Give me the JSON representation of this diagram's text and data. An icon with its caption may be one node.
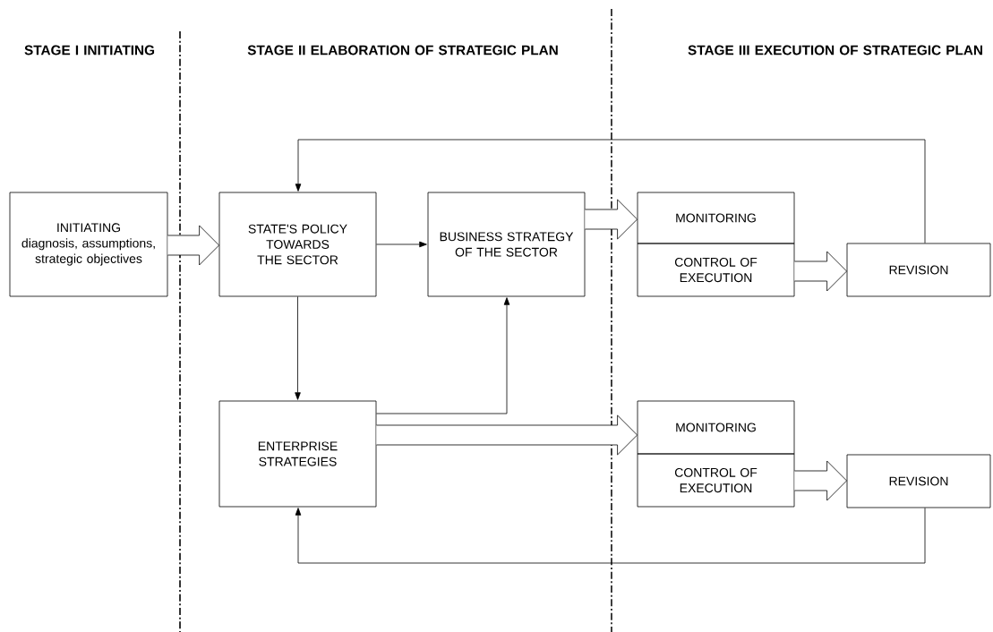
{
  "diagram": {
    "nodes": [
      {
        "text": [
          "INITIATING",
          "diagnosis, assumptions, strategic objectives"
        ]
      },
      {
        "text": [
          "STATE'S POLICY TOWARDS THE SECTOR"
        ]
      },
      {
        "text": [
          "BUSINESS STRATEGY OF THE SECTOR"
        ]
      },
      {
        "text": [
          "MONITORING"
        ]
      },
      {
        "text": [
          "CONTROL OF EXECUTION"
        ]
      },
      {
        "text": [
          "REVISION"
        ]
      },
      {
        "text": [
          "ENTERPRISE STRATEGIES"
        ]
      },
      {
        "text": [
          "MONITORING"
        ]
      },
      {
        "text": [
          "CONTROL OF EXECUTION"
        ]
      },
      {
        "text": [
          "REVISION"
        ]
      }
    ],
    "edges": [
      {
        "from": 0,
        "to": 1,
        "arrow": "to",
        "style": "thick"
      },
      {
        "from": 1,
        "to": 2,
        "arrow": "to"
      },
      {
        "from": 2,
        "to": 3,
        "arrow": "to",
        "style": "thick"
      },
      {
        "from": 4,
        "to": 5,
        "arrow": "to",
        "style": "thick"
      },
      {
        "from": 5,
        "to": 1,
        "arrow": "to"
      },
      {
        "from": 1,
        "to": 6,
        "arrow": "to"
      },
      {
        "from": 6,
        "to": 2,
        "arrow": "to"
      },
      {
        "from": 6,
        "to": 7,
        "arrow": "to",
        "style": "thick"
      },
      {
        "from": 8,
        "to": 9,
        "arrow": "to",
        "style": "thick"
      },
      {
        "from": 9,
        "to": 6,
        "arrow": "to"
      }
    ],
    "labels": [
      "STAGE I INITIATING",
      "STAGE II ELABORATION OF STRATEGIC PLAN",
      "STAGE III EXECUTION OF STRATEGIC PLAN"
    ]
  }
}
